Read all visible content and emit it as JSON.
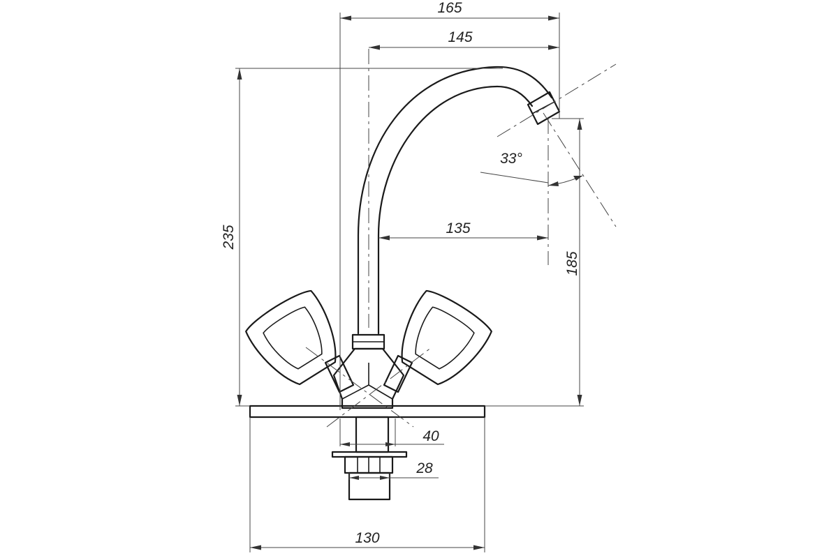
{
  "dimensions": {
    "overall_width": "165",
    "spout_reach": "145",
    "overall_height": "235",
    "spout_projection": "135",
    "spout_outlet_height": "185",
    "spout_angle": "33°",
    "body_diameter": "40",
    "thread_diameter": "28",
    "base_width": "130"
  },
  "colors": {
    "line": "#1a1a1a",
    "dimension": "#444444",
    "background": "#ffffff"
  }
}
